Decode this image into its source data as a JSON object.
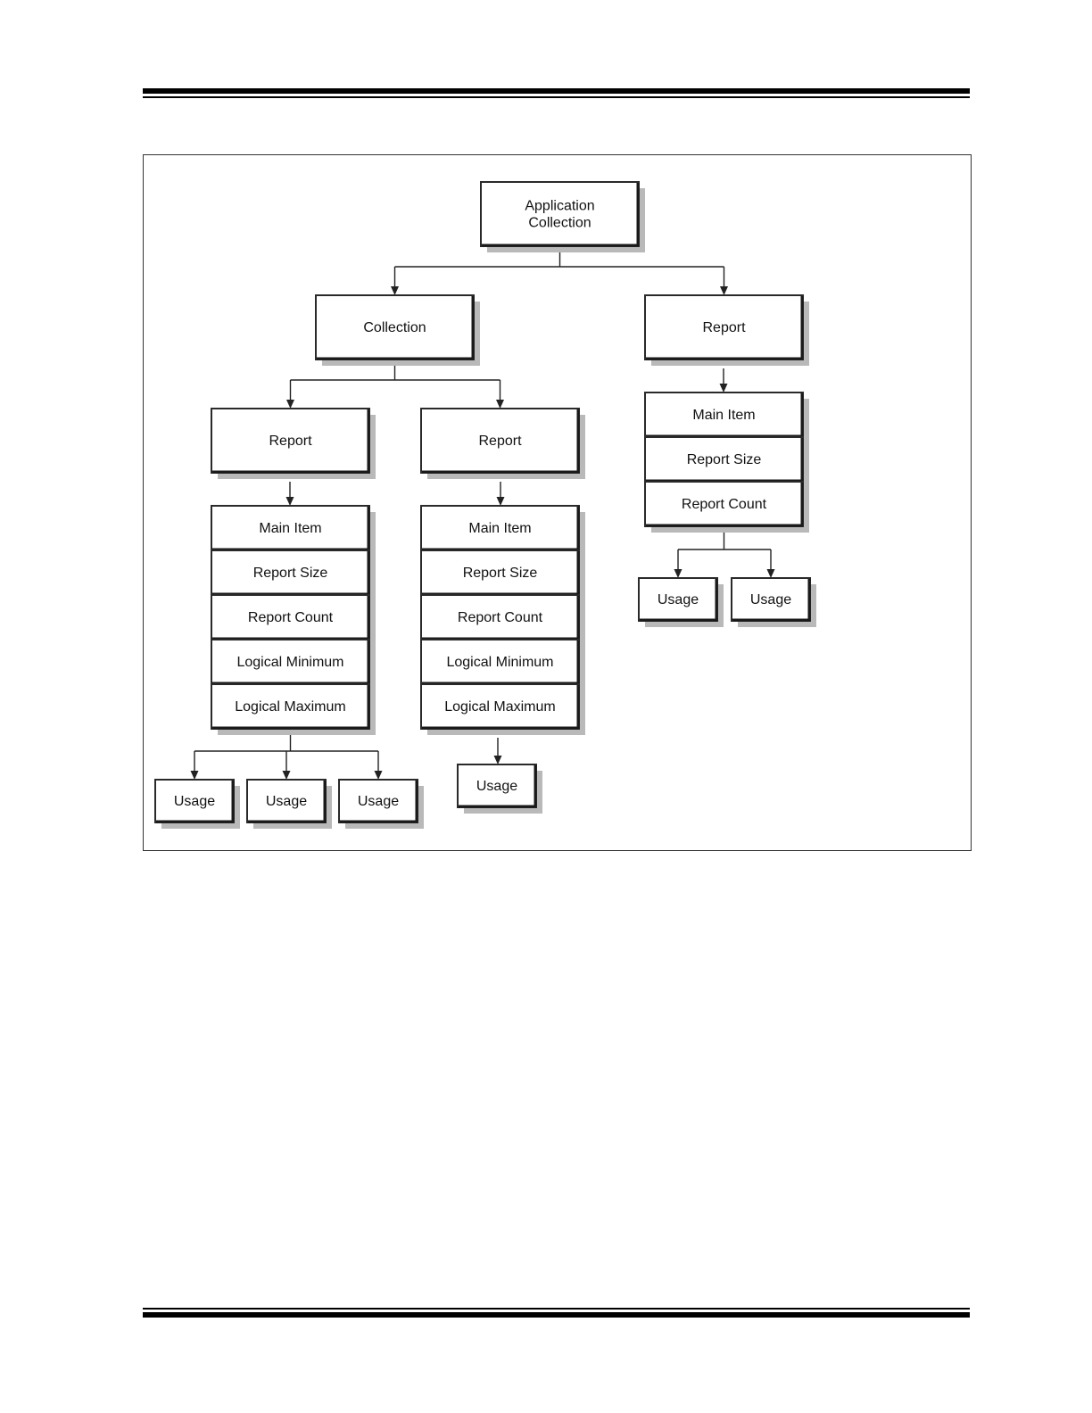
{
  "nodes": {
    "app_collection": {
      "label": "Application\nCollection"
    },
    "collection": {
      "label": "Collection"
    },
    "report_right": {
      "label": "Report"
    },
    "report_left": {
      "label": "Report"
    },
    "report_mid": {
      "label": "Report"
    },
    "left_main_item": {
      "label": "Main Item"
    },
    "left_report_size": {
      "label": "Report Size"
    },
    "left_report_count": {
      "label": "Report Count"
    },
    "left_logical_min": {
      "label": "Logical Minimum"
    },
    "left_logical_max": {
      "label": "Logical Maximum"
    },
    "mid_main_item": {
      "label": "Main Item"
    },
    "mid_report_size": {
      "label": "Report Size"
    },
    "mid_report_count": {
      "label": "Report Count"
    },
    "mid_logical_min": {
      "label": "Logical Minimum"
    },
    "mid_logical_max": {
      "label": "Logical Maximum"
    },
    "right_main_item": {
      "label": "Main Item"
    },
    "right_report_size": {
      "label": "Report Size"
    },
    "right_report_count": {
      "label": "Report Count"
    },
    "usage_l1": {
      "label": "Usage"
    },
    "usage_l2": {
      "label": "Usage"
    },
    "usage_l3": {
      "label": "Usage"
    },
    "usage_m1": {
      "label": "Usage"
    },
    "usage_r1": {
      "label": "Usage"
    },
    "usage_r2": {
      "label": "Usage"
    }
  }
}
